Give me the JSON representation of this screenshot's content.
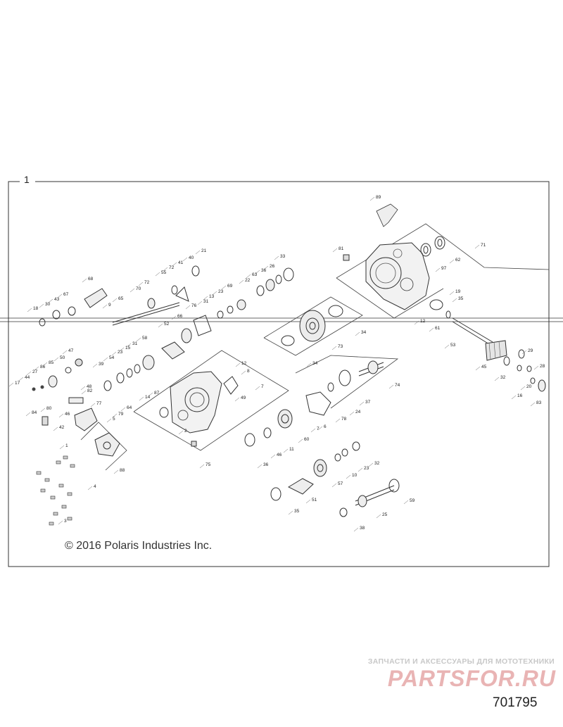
{
  "diagram": {
    "number": "1",
    "copyright": "© 2016 Polaris Industries Inc.",
    "figure_id": "701795"
  },
  "watermark": {
    "line": "ЗАПЧАСТИ И АКСЕССУАРЫ ДЛЯ МОТОТЕХНИКИ",
    "logo": "PARTSFOR.RU",
    "text_color": "#c8c8c8",
    "logo_color": "#e9b4b4"
  },
  "callouts": [
    {
      "id": "c89",
      "label": "89"
    },
    {
      "id": "c71",
      "label": "71"
    },
    {
      "id": "c81",
      "label": "81"
    },
    {
      "id": "c62",
      "label": "62"
    },
    {
      "id": "c97",
      "label": "97"
    },
    {
      "id": "c19",
      "label": "19"
    },
    {
      "id": "c35",
      "label": "35"
    },
    {
      "id": "c12",
      "label": "12"
    },
    {
      "id": "c61",
      "label": "61"
    },
    {
      "id": "c53",
      "label": "53"
    },
    {
      "id": "c45",
      "label": "45"
    },
    {
      "id": "c32",
      "label": "32"
    },
    {
      "id": "c29",
      "label": "29"
    },
    {
      "id": "c20",
      "label": "20"
    },
    {
      "id": "c28",
      "label": "28"
    },
    {
      "id": "c16",
      "label": "16"
    },
    {
      "id": "c83",
      "label": "83"
    },
    {
      "id": "c34a",
      "label": "34"
    },
    {
      "id": "c34b",
      "label": "34"
    },
    {
      "id": "c73",
      "label": "73"
    },
    {
      "id": "c33",
      "label": "33"
    },
    {
      "id": "c26",
      "label": "26"
    },
    {
      "id": "c36a",
      "label": "36"
    },
    {
      "id": "c63",
      "label": "63"
    },
    {
      "id": "c22",
      "label": "22"
    },
    {
      "id": "c69",
      "label": "69"
    },
    {
      "id": "c23a",
      "label": "23"
    },
    {
      "id": "c13",
      "label": "13"
    },
    {
      "id": "c31a",
      "label": "31"
    },
    {
      "id": "c76",
      "label": "76"
    },
    {
      "id": "c66",
      "label": "66"
    },
    {
      "id": "c52",
      "label": "52"
    },
    {
      "id": "c21",
      "label": "21"
    },
    {
      "id": "c40",
      "label": "40"
    },
    {
      "id": "c41",
      "label": "41"
    },
    {
      "id": "c55",
      "label": "55"
    },
    {
      "id": "c72a",
      "label": "72"
    },
    {
      "id": "c72b",
      "label": "72"
    },
    {
      "id": "c70",
      "label": "70"
    },
    {
      "id": "c65",
      "label": "65"
    },
    {
      "id": "c9",
      "label": "9"
    },
    {
      "id": "c68",
      "label": "68"
    },
    {
      "id": "c67",
      "label": "67"
    },
    {
      "id": "c43",
      "label": "43"
    },
    {
      "id": "c30",
      "label": "30"
    },
    {
      "id": "c18",
      "label": "18"
    },
    {
      "id": "c58",
      "label": "58"
    },
    {
      "id": "c31b",
      "label": "31"
    },
    {
      "id": "c15",
      "label": "15"
    },
    {
      "id": "c23b",
      "label": "23"
    },
    {
      "id": "c54",
      "label": "54"
    },
    {
      "id": "c39",
      "label": "39"
    },
    {
      "id": "c47",
      "label": "47"
    },
    {
      "id": "c50",
      "label": "50"
    },
    {
      "id": "c85",
      "label": "85"
    },
    {
      "id": "c27",
      "label": "27"
    },
    {
      "id": "c86",
      "label": "86"
    },
    {
      "id": "c44",
      "label": "44"
    },
    {
      "id": "c17",
      "label": "17"
    },
    {
      "id": "c49",
      "label": "49"
    },
    {
      "id": "c12b",
      "label": "12"
    },
    {
      "id": "c8",
      "label": "8"
    },
    {
      "id": "c7a",
      "label": "7"
    },
    {
      "id": "c74",
      "label": "74"
    },
    {
      "id": "c37",
      "label": "37"
    },
    {
      "id": "c24",
      "label": "24"
    },
    {
      "id": "c78",
      "label": "78"
    },
    {
      "id": "c7b",
      "label": "7"
    },
    {
      "id": "c6",
      "label": "6"
    },
    {
      "id": "c60",
      "label": "60"
    },
    {
      "id": "c11",
      "label": "11"
    },
    {
      "id": "c46a",
      "label": "46"
    },
    {
      "id": "c36b",
      "label": "36"
    },
    {
      "id": "c32b",
      "label": "32"
    },
    {
      "id": "c23c",
      "label": "23"
    },
    {
      "id": "c10",
      "label": "10"
    },
    {
      "id": "c57",
      "label": "57"
    },
    {
      "id": "c51",
      "label": "51"
    },
    {
      "id": "c35b",
      "label": "35"
    },
    {
      "id": "c59",
      "label": "59"
    },
    {
      "id": "c25",
      "label": "25"
    },
    {
      "id": "c38",
      "label": "38"
    },
    {
      "id": "c75",
      "label": "75"
    },
    {
      "id": "c87",
      "label": "87"
    },
    {
      "id": "c14",
      "label": "14"
    },
    {
      "id": "c2",
      "label": "2"
    },
    {
      "id": "c64",
      "label": "64"
    },
    {
      "id": "c79",
      "label": "79"
    },
    {
      "id": "c48",
      "label": "48"
    },
    {
      "id": "c77",
      "label": "77"
    },
    {
      "id": "c88",
      "label": "88"
    },
    {
      "id": "c4",
      "label": "4"
    },
    {
      "id": "c3",
      "label": "3"
    },
    {
      "id": "c5",
      "label": "5"
    },
    {
      "id": "c42",
      "label": "42"
    },
    {
      "id": "c82",
      "label": "82"
    },
    {
      "id": "c84",
      "label": "84"
    },
    {
      "id": "c80",
      "label": "80"
    },
    {
      "id": "c1",
      "label": "1"
    },
    {
      "id": "c46b",
      "label": "46"
    }
  ]
}
